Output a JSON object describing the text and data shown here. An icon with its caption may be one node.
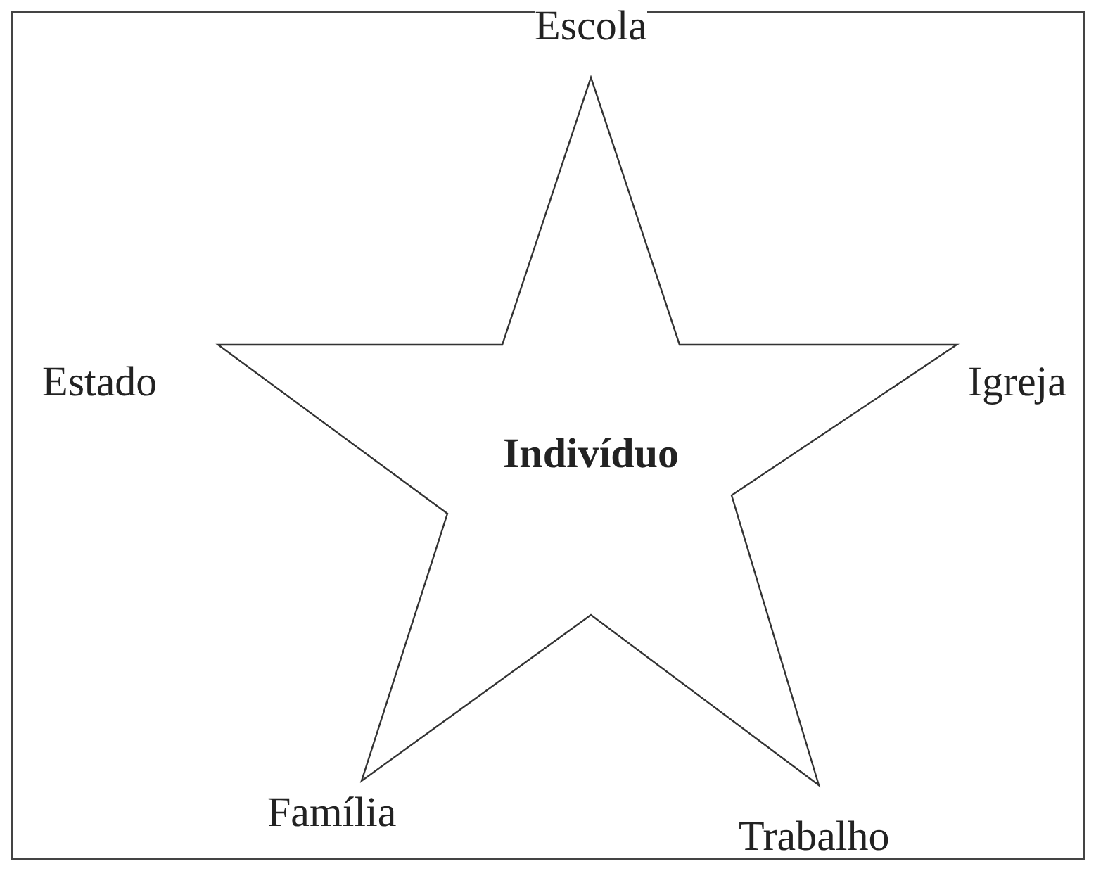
{
  "diagram": {
    "nodes": [
      {
        "text": [
          "Indivíduo"
        ]
      }
    ],
    "labels": [
      "Escola",
      "Estado",
      "Igreja",
      "Família",
      "Trabalho"
    ]
  }
}
